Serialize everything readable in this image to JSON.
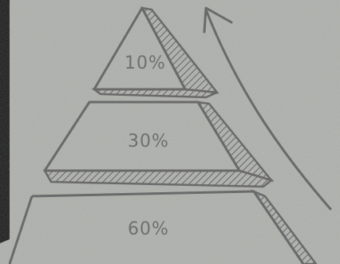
{
  "sketch": {
    "tiers": [
      {
        "label": "10%"
      },
      {
        "label": "30%"
      },
      {
        "label": "60%"
      }
    ],
    "arrow": {
      "icon": "up-arrow-icon"
    }
  },
  "colors": {
    "wall": "#b9bbb7",
    "wall_dark": "#9ea09c",
    "ink": "#6b6b6b",
    "background": "#111111"
  }
}
